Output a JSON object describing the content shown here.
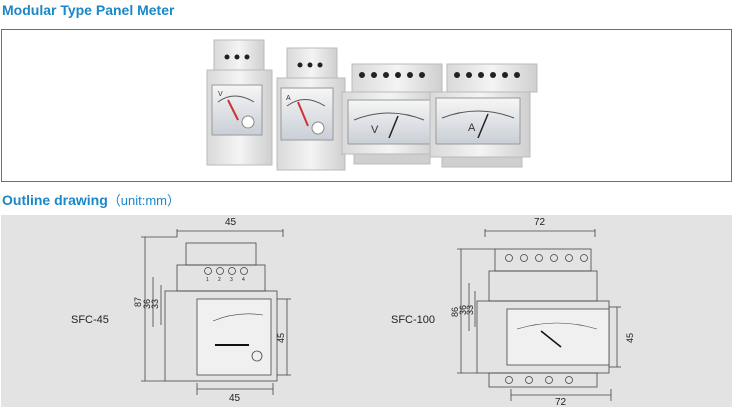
{
  "titles": {
    "product": "Modular Type Panel Meter",
    "outline": "Outline drawing",
    "unit": "（unit:mm）"
  },
  "meters": [
    {
      "name": "small-voltmeter",
      "letter": "V"
    },
    {
      "name": "small-ammeter",
      "letter": "A"
    },
    {
      "name": "large-voltmeter",
      "letter": "V"
    },
    {
      "name": "large-ammeter",
      "letter": "A"
    }
  ],
  "drawing_left": {
    "model": "SFC-45",
    "dim_top": "45",
    "dim_bottom": "45",
    "dim_height_total": "87",
    "dim_height_mid": "36",
    "dim_height_inner": "33",
    "dim_front_height": "45",
    "terminal_numbers": [
      "1",
      "2",
      "3",
      "4"
    ]
  },
  "drawing_right": {
    "model": "SFC-100",
    "dim_top": "72",
    "dim_bottom": "72",
    "dim_height_total": "86",
    "dim_height_mid": "36",
    "dim_height_inner": "33",
    "dim_front_height": "45"
  }
}
